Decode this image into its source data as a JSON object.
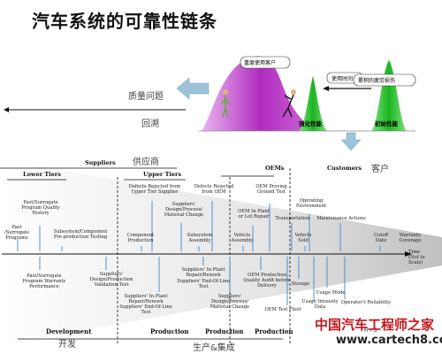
{
  "title": "汽车系统的可靠性链条",
  "top": {
    "quality_issue": "质量问题",
    "backtrack": "回溯",
    "bubble_customer": "重度使用客户",
    "bubble_time": "使用时间",
    "bubble_fatigue": "累积的疲劳损伤",
    "label_strength": "强化性能",
    "label_initial": "初始性能"
  },
  "groups": {
    "suppliers": "Suppliers",
    "suppliers_cn": "供应商",
    "lower_tiers": "Lower Tiers",
    "upper_tiers": "Upper Tiers",
    "oems": "OEMs",
    "customers": "Customers",
    "customers_cn": "客户"
  },
  "events_above": [
    {
      "text": "Past\n/Surrogate\nPrograms"
    },
    {
      "text": "Past/Surrogate\nProgram Quality\nHistory"
    },
    {
      "text": "Subsystem/Component\nPre-production Testing"
    },
    {
      "text": "Component\nProduction"
    },
    {
      "text": "Defects Rejected from\nUpper Tier Supplier"
    },
    {
      "text": "Suppliers'\nDesign/Process/\nMaterial Change"
    },
    {
      "text": "Defects Rejected\nfrom OEM"
    },
    {
      "text": "Subsystem\nAssembly"
    },
    {
      "text": "Vehicle\nAssembly"
    },
    {
      "text": "OEM Proving\nGround Test"
    },
    {
      "text": "OEM In Plant\nor Lot Repair"
    },
    {
      "text": "Transportation"
    },
    {
      "text": "Operating\nEnvironment"
    },
    {
      "text": "Vehicle\nSold"
    },
    {
      "text": "Maintenance Actions"
    },
    {
      "text": "Cutoff\nDate"
    },
    {
      "text": "Warranty\nCoverage"
    }
  ],
  "events_below": [
    {
      "text": "Past/Surrogate\nProgram Warranty\nPerformance"
    },
    {
      "text": "Suppliers'\nDesign/Production\nValidation Test"
    },
    {
      "text": "Suppliers' In Plant\nRepair/Rework"
    },
    {
      "text": "Suppliers' End-Of-Line\nTest"
    },
    {
      "text": "Suppliers' In Plant\nRepair/Rework\nSuppliers' End-Of-Line\nTest"
    },
    {
      "text": "Suppliers'\nDesign/Process/\nMaterial Change"
    },
    {
      "text": "OEM Production\nQuality Audit before\nDelivery"
    },
    {
      "text": "Storage"
    },
    {
      "text": "OEM Test Fleet"
    },
    {
      "text": "Usage Intensity\nData"
    },
    {
      "text": "Usage Mode"
    },
    {
      "text": "Operator's Reliability"
    }
  ],
  "axis": {
    "time": "Time\n(Not to\nScale)"
  },
  "bottom": {
    "development": "Development",
    "development_cn": "开发",
    "production1": "Production",
    "production2": "Production",
    "production3": "Production",
    "production_cn": "生产&集成",
    "page": "Fi - 5"
  },
  "watermark": {
    "cn": "中国汽车工程师之家",
    "url": "www.cartech8.com"
  },
  "colors": {
    "magenta": "#b02cc0",
    "green": "#22c22a",
    "arrow_blue": "#6f9fbf"
  }
}
